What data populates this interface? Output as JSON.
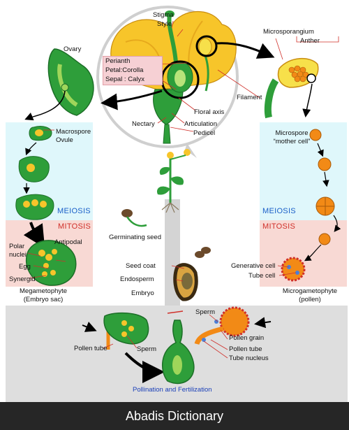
{
  "labels": {
    "stigma": "Stigma",
    "style": "Style",
    "perianth": "Perianth",
    "petal_corolla": "Petal:Corolla",
    "sepal_calyx": "Sepal : Calyx",
    "microsporangium": "Microsporangium",
    "anther": "Anther",
    "ovary": "Ovary",
    "filament": "Filament",
    "floral_axis": "Floral axis",
    "nectary": "Nectary",
    "articulation": "Articulation",
    "pedicel": "Pedicel",
    "macrospore": "Macrospore",
    "ovule": "Ovule",
    "microspore": "Microspore",
    "mother_cell": "“mother cell”",
    "meiosis_left": "MEIOSIS",
    "meiosis_right": "MEIOSIS",
    "mitosis_left": "MITOSIS",
    "mitosis_right": "MITOSIS",
    "germinating_seed": "Germinating seed",
    "polar_nuclei_1": "Polar",
    "polar_nuclei_2": "nuclei",
    "antipodal": "Antipodal",
    "egg": "Egg",
    "synergid": "Synergid",
    "megametophyte": "Megametophyte",
    "embryo_sac": "(Embryo sac)",
    "seed_coat": "Seed coat",
    "endosperm": "Endosperm",
    "embryo": "Embryo",
    "generative_cell": "Generative cell",
    "tube_cell": "Tube cell",
    "microgametophyte": "Microgametophyte",
    "pollen": "(pollen)",
    "sperm_top": "Sperm",
    "pollen_grain": "Pollen grain",
    "pollen_tube_right": "Pollen tube",
    "tube_nucleus": "Tube nucleus",
    "pollen_tube_left": "Pollen tube",
    "sperm_left": "Sperm",
    "pollination": "Pollination and Fertilization"
  },
  "footer": {
    "brand": "Abadis Dictionary"
  },
  "colors": {
    "green": "#2e9e3a",
    "dark_green": "#1c6e27",
    "petal_yellow": "#f7c52a",
    "orange": "#f28a16",
    "cyan_panel": "#dff7fb",
    "pink_panel": "#f8d9d4",
    "gray_panel": "#dedede"
  }
}
